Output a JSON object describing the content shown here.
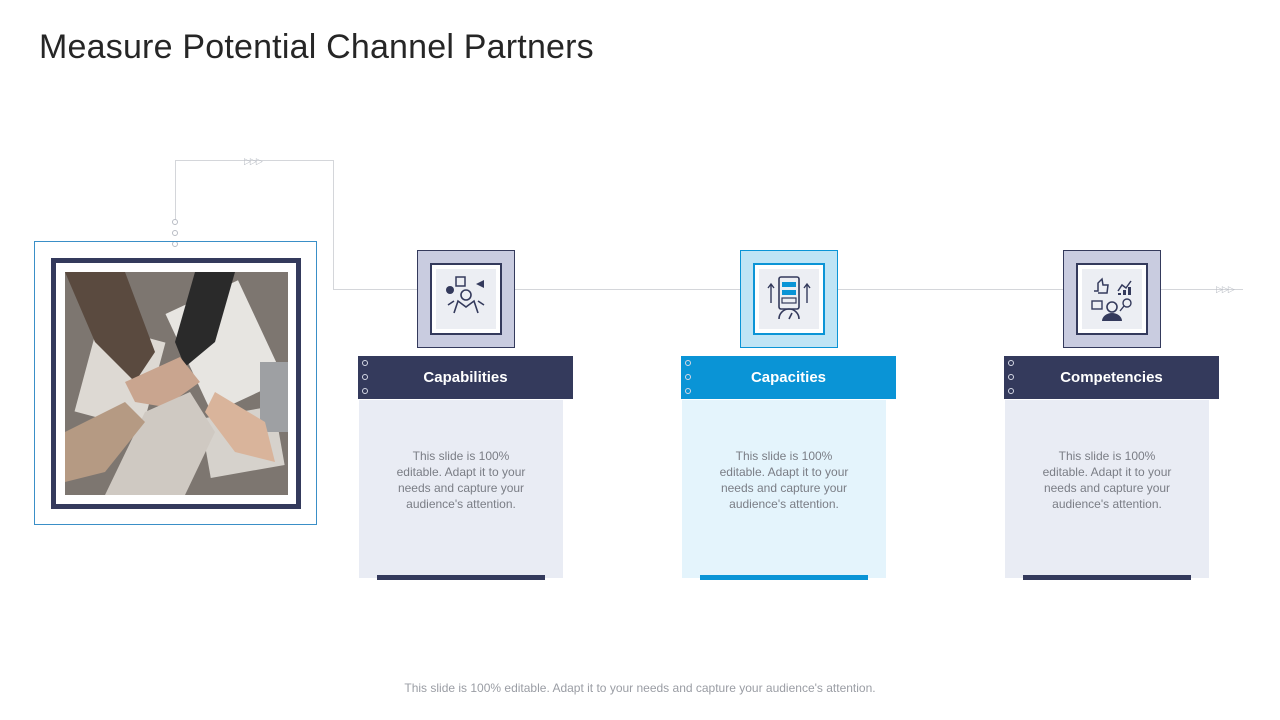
{
  "slide": {
    "title": "Measure Potential Channel Partners",
    "footer_note": "This slide is 100% editable. Adapt it to your needs and capture your audience's attention."
  },
  "cards": [
    {
      "heading": "Capabilities",
      "body": "This slide is 100% editable. Adapt it to your needs and capture your audience's attention.",
      "icon": "presenter-with-charts-icon",
      "accent": "#343a5c"
    },
    {
      "heading": "Capacities",
      "body": "This slide is 100% editable. Adapt it to your needs and capture your audience's attention.",
      "icon": "server-gauge-icon",
      "accent": "#0a94d6"
    },
    {
      "heading": "Competencies",
      "body": "This slide is 100% editable. Adapt it to your needs and capture your audience's attention.",
      "icon": "skills-thumbs-up-icon",
      "accent": "#343a5c"
    }
  ],
  "photo": {
    "subject": "team-hands-stacked-photo"
  },
  "colors": {
    "navy": "#343a5c",
    "blue": "#0a94d6",
    "card_bg": "#e9ecf4",
    "card_bg_light": "#e4f4fc"
  }
}
